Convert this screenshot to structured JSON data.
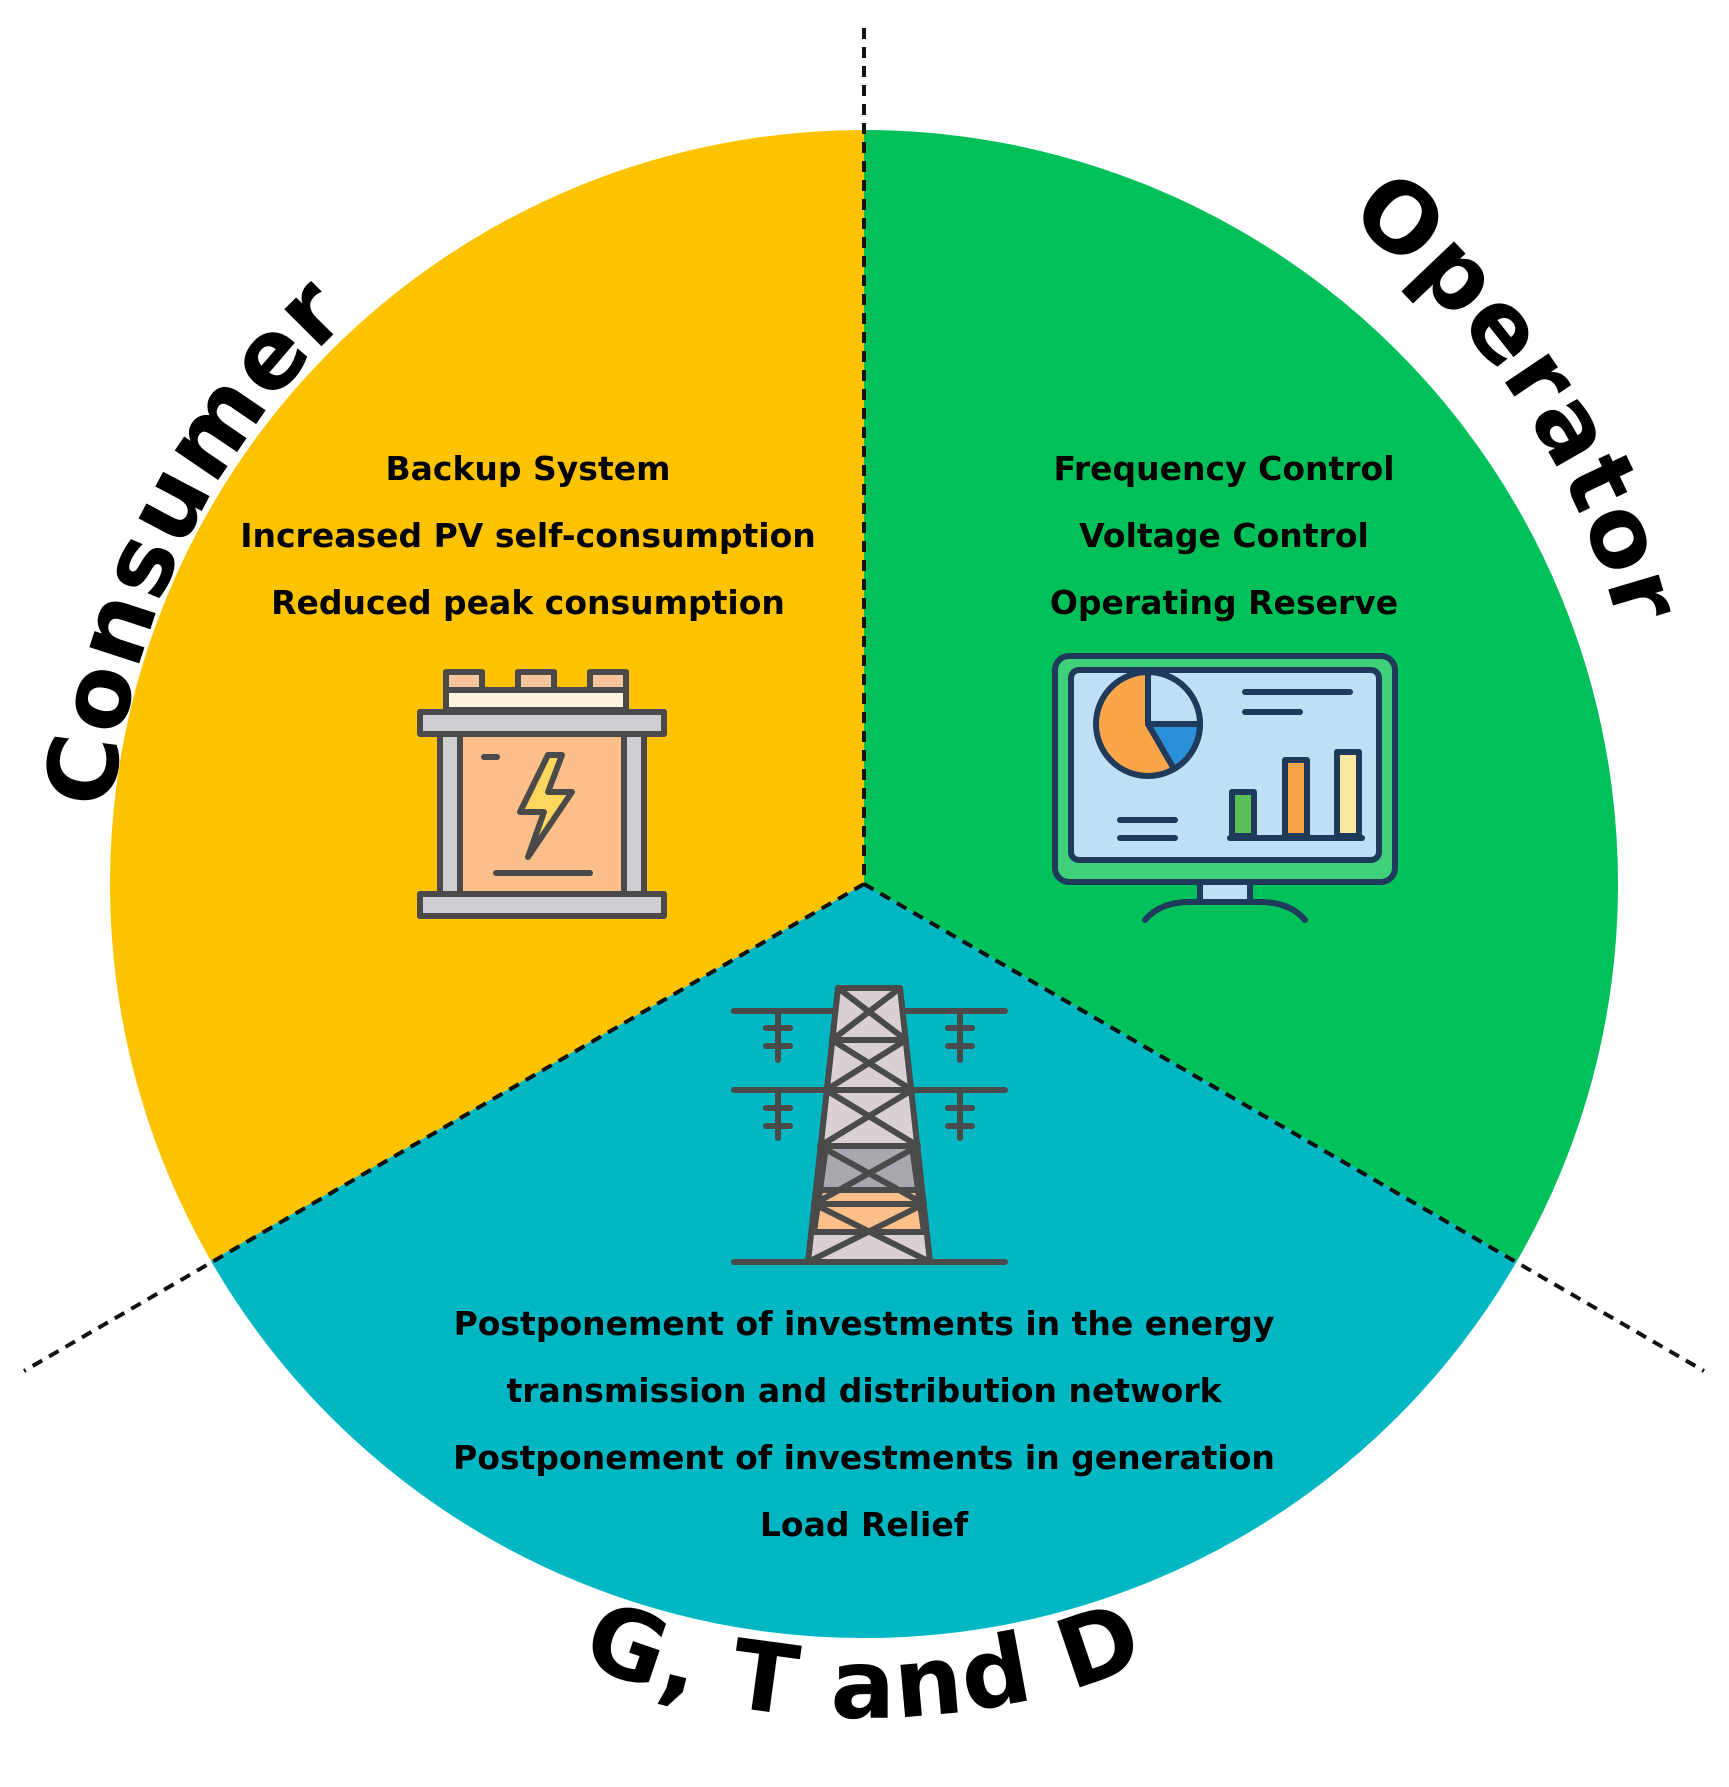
{
  "colors": {
    "consumer": "#FDC300",
    "operator": "#00C05A",
    "gtd": "#00B7C3",
    "divider": "#111111",
    "outline": "#3a3a3a"
  },
  "sections": {
    "consumer": {
      "title": "Consumer",
      "items": [
        "Backup System",
        "Increased PV self-consumption",
        "Reduced peak consumption"
      ],
      "icon": "battery-icon"
    },
    "operator": {
      "title": "Operator",
      "items": [
        "Frequency Control",
        "Voltage Control",
        "Operating Reserve"
      ],
      "icon": "monitor-dashboard-icon"
    },
    "gtd": {
      "title": "G, T and D",
      "items": [
        "Postponement of investments in the energy",
        "transmission and distribution network",
        "Postponement of investments in generation",
        "Load Relief"
      ],
      "icon": "transmission-tower-icon"
    }
  }
}
